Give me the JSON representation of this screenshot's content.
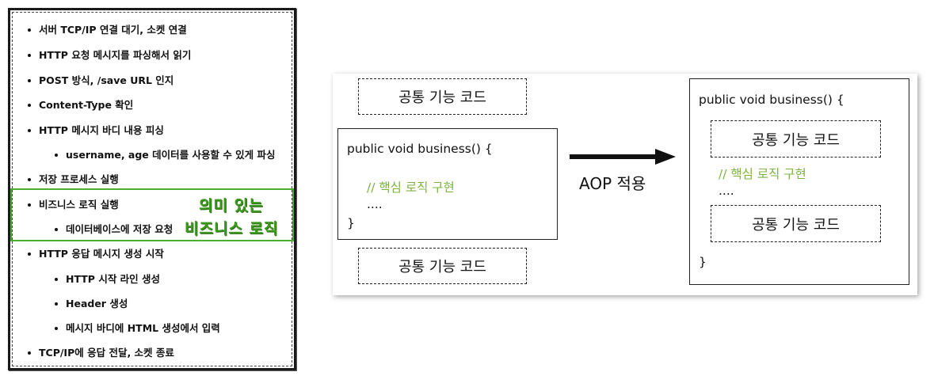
{
  "left_steps": [
    {
      "text": "서버 TCP/IP 연결 대기, 소켓 연결",
      "level": 1
    },
    {
      "text": "HTTP 요청 메시지를 파싱해서 읽기",
      "level": 1
    },
    {
      "text": "POST 방식, /save URL 인지",
      "level": 1
    },
    {
      "text": "Content-Type 확인",
      "level": 1
    },
    {
      "text": "HTTP 메시지 바디 내용 피싱",
      "level": 1
    },
    {
      "text": "username, age 데이터를 사용할 수 있게 파싱",
      "level": 2
    },
    {
      "text": "저장 프로세스 실행",
      "level": 1
    },
    {
      "text": "비즈니스 로직 실행",
      "level": 1
    },
    {
      "text": "데이터베이스에 저장 요청",
      "level": 2
    },
    {
      "text": "HTTP 응답 메시지 생성 시작",
      "level": 1
    },
    {
      "text": "HTTP 시작 라인 생성",
      "level": 2
    },
    {
      "text": "Header 생성",
      "level": 2
    },
    {
      "text": "메시지 바디에 HTML 생성에서 입력",
      "level": 2
    },
    {
      "text": "TCP/IP에 응답 전달, 소켓 종료",
      "level": 1
    }
  ],
  "highlight": {
    "line1": "의미 있는",
    "line2": "비즈니스 로직",
    "color": "#3d9a1e"
  },
  "before": {
    "common_top": "공통 기능 코드",
    "signature": "public void business() {",
    "comment": "// 핵심 로직 구현",
    "ellipsis": "....",
    "close": "}",
    "common_bottom": "공통 기능 코드"
  },
  "arrow_label": "AOP 적용",
  "after": {
    "signature": "public void business() {",
    "common_top": "공통 기능 코드",
    "comment": "// 핵심 로직 구현",
    "ellipsis": "....",
    "common_bottom": "공통 기능 코드",
    "close": "}"
  },
  "comment_color": "#7cb342"
}
